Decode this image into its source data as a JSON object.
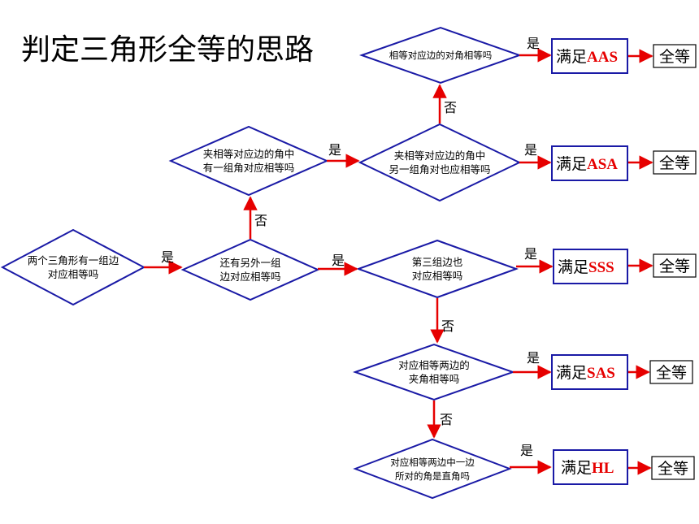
{
  "title": "判定三角形全等的思路",
  "nodes": {
    "start": [
      "两个三角形有一组边",
      "对应相等吗"
    ],
    "q_other_side": [
      "还有另外一组",
      "边对应相等吗"
    ],
    "q_third_side": [
      "第三组边也",
      "对应相等吗"
    ],
    "q_included_angle": [
      "对应相等两边的",
      "夹角相等吗"
    ],
    "q_right_angle": [
      "对应相等两边中一边",
      "所对的角是直角吗"
    ],
    "q_adjacent_angle": [
      "夹相等对应边的角中",
      "有一组角对应相等吗"
    ],
    "q_asa": [
      "夹相等对应边的角中",
      "另一组角对也应相等吗"
    ],
    "q_aas": [
      "相等对应边的对角相等吗"
    ]
  },
  "edge_labels": {
    "yes": "是",
    "no": "否"
  },
  "results": [
    {
      "prefix": "满足",
      "criterion": "AAS",
      "outcome": "全等"
    },
    {
      "prefix": "满足",
      "criterion": "ASA",
      "outcome": "全等"
    },
    {
      "prefix": "满足",
      "criterion": "SSS",
      "outcome": "全等"
    },
    {
      "prefix": "满足",
      "criterion": "SAS",
      "outcome": "全等"
    },
    {
      "prefix": "满足",
      "criterion": "HL",
      "outcome": "全等"
    }
  ],
  "colors": {
    "diamond_stroke": "#1a1aa6",
    "box_stroke": "#1a1aa6",
    "arrow": "#e60000",
    "criterion_text": "#e60000"
  }
}
